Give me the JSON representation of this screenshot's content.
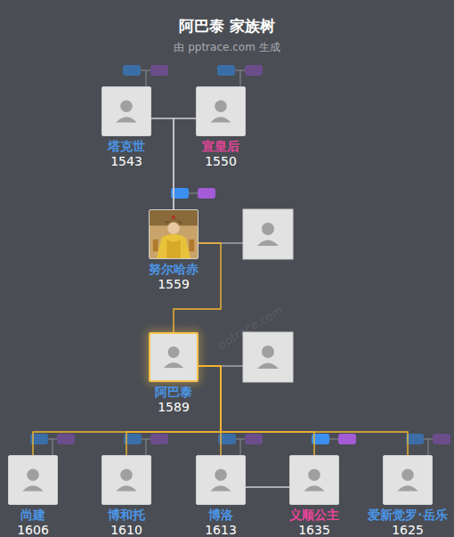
{
  "diagram": {
    "title": "阿巴泰 家族树",
    "caption": "由 pptrace.com 生成",
    "nodes": [
      {
        "text": [
          "塔克世",
          "1543"
        ]
      },
      {
        "text": [
          "宣皇后",
          "1550"
        ]
      },
      {
        "text": [
          "努尔哈赤",
          "1559"
        ]
      },
      {
        "text": [
          "阿巴泰",
          "1589"
        ]
      },
      {
        "text": [
          "尚建",
          "1606"
        ]
      },
      {
        "text": [
          "博和托",
          "1610"
        ]
      },
      {
        "text": [
          "博洛",
          "1613"
        ]
      },
      {
        "text": [
          "义顺公主",
          "1635"
        ]
      },
      {
        "text": [
          "爱新觉罗·岳乐",
          "1625"
        ]
      }
    ],
    "edges": [
      {
        "from": 0,
        "to": 2,
        "arrow": "none"
      },
      {
        "from": 1,
        "to": 2,
        "arrow": "none"
      },
      {
        "from": 2,
        "to": 3,
        "arrow": "none"
      },
      {
        "from": 3,
        "to": 4,
        "arrow": "none"
      },
      {
        "from": 3,
        "to": 5,
        "arrow": "none"
      },
      {
        "from": 3,
        "to": 6,
        "arrow": "none"
      },
      {
        "from": 3,
        "to": 7,
        "arrow": "none"
      },
      {
        "from": 3,
        "to": 8,
        "arrow": "none"
      },
      {
        "from": 6,
        "to": 7,
        "arrow": "none"
      }
    ],
    "labels": [
      "pptrace.com"
    ]
  }
}
